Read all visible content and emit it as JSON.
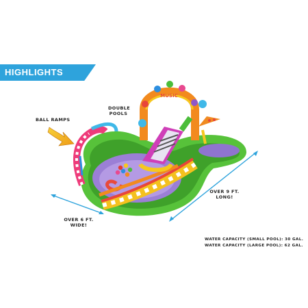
{
  "banner": {
    "label": "HIGHLIGHTS",
    "color": "#2ea3dc"
  },
  "labels": {
    "double_pools": [
      "DOUBLE",
      "POOLS"
    ],
    "ball_ramps": "BALL RAMPS",
    "wide": [
      "OVER 6 FT.",
      "WIDE!"
    ],
    "long": [
      "OVER 9 FT.",
      "LONG!"
    ]
  },
  "capacity": {
    "small": "WATER CAPACITY (SMALL POOL): 30 GAL.",
    "large": "WATER CAPACITY (LARGE POOL): 62 GAL."
  },
  "arch_text": "MUSIC",
  "colors": {
    "pool_green": "#57c23a",
    "pool_water": "#9b7fd6",
    "dimension_arrow": "#2ea3dc",
    "callout_arrow": "#f2b51e"
  }
}
